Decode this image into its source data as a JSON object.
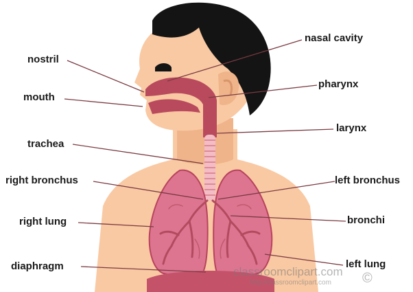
{
  "labels": {
    "nasal_cavity": "nasal cavity",
    "nostril": "nostril",
    "pharynx": "pharynx",
    "mouth": "mouth",
    "larynx": "larynx",
    "trachea": "trachea",
    "right_bronchus": "right bronchus",
    "left_bronchus": "left bronchus",
    "right_lung": "right lung",
    "bronchi": "bronchi",
    "diaphragm": "diaphragm",
    "left_lung": "left lung"
  },
  "watermark": {
    "brand": "classroomclipart.com",
    "url": "http://classroomclipart.com",
    "copyright_symbol": "©"
  },
  "colors": {
    "skin": "#f9c9a3",
    "skin_shadow": "#efb48a",
    "hair": "#141414",
    "airway": "#b94a5d",
    "lung": "#dd7591",
    "lung_dark": "#b7435c",
    "bronchi": "#c05a6c",
    "trachea_ring": "#f4bdc5",
    "diaphragm": "#c4536a",
    "leader_line": "#7a3a42"
  }
}
